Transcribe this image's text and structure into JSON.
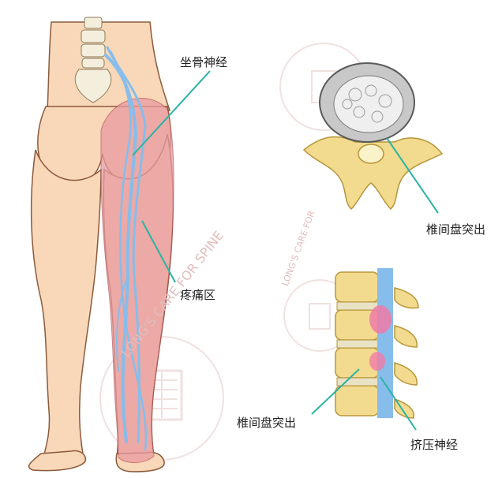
{
  "labels": {
    "sciatic_nerve": "坐骨神经",
    "disc_herniation_top": "椎间盘突出",
    "pain_area": "疼痛区",
    "disc_herniation_bottom": "椎间盘突出",
    "compressed_nerve": "挤压神经"
  },
  "watermark": {
    "arc_text": "LONG'S CARE FOR SPINE",
    "arc_text_small": "LONG'S CARE FOR"
  },
  "colors": {
    "skin": "#F8D8B8",
    "skin_outline": "#8B5A3C",
    "pain_region": "#E89AA0",
    "nerve": "#86BDEB",
    "leader_line": "#2BB3A3",
    "bone": "#F2DB8E",
    "bone_shade": "#D6B45A",
    "disc_core": "#E8E8E8",
    "herniation": "#F07AA8",
    "watermark": "#E7C8C8"
  }
}
